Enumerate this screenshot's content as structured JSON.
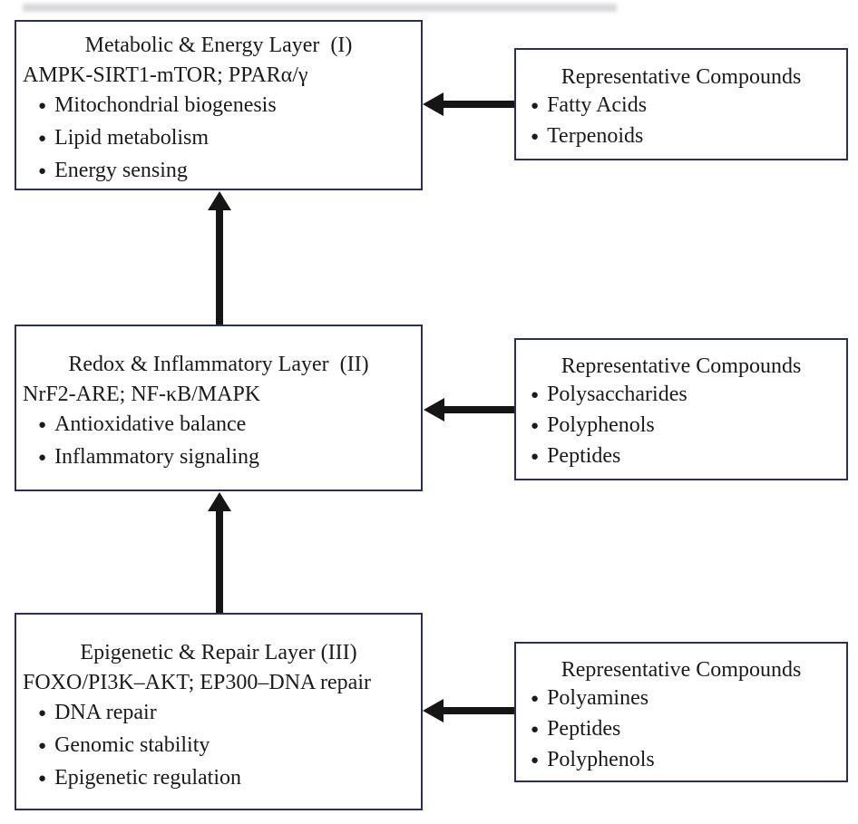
{
  "diagram": {
    "colors": {
      "border": "#2e2e52",
      "text": "#1b1b1b",
      "arrow": "#151515",
      "background": "#ffffff"
    },
    "layers": [
      {
        "title": "Metabolic & Energy Layer  (I)",
        "pathways": "AMPK-SIRT1-mTOR; PPARα/γ",
        "bullets": [
          "Mitochondrial biogenesis",
          "Lipid metabolism",
          "Energy sensing"
        ]
      },
      {
        "title": "Redox & Inflammatory Layer  (II)",
        "pathways": "NrF2-ARE; NF-κB/MAPK",
        "bullets": [
          "Antioxidative balance",
          "Inflammatory signaling"
        ]
      },
      {
        "title": "Epigenetic & Repair Layer (III)",
        "pathways": "FOXO/PI3K–AKT; EP300–DNA repair",
        "bullets": [
          "DNA repair",
          "Genomic stability",
          "Epigenetic regulation"
        ]
      }
    ],
    "compounds": [
      {
        "title": "Representative Compounds",
        "bullets": [
          "Fatty Acids",
          "Terpenoids"
        ]
      },
      {
        "title": "Representative Compounds",
        "bullets": [
          "Polysaccharides",
          "Polyphenols",
          "Peptides"
        ]
      },
      {
        "title": "Representative Compounds",
        "bullets": [
          "Polyamines",
          "Peptides",
          "Polyphenols"
        ]
      }
    ]
  }
}
